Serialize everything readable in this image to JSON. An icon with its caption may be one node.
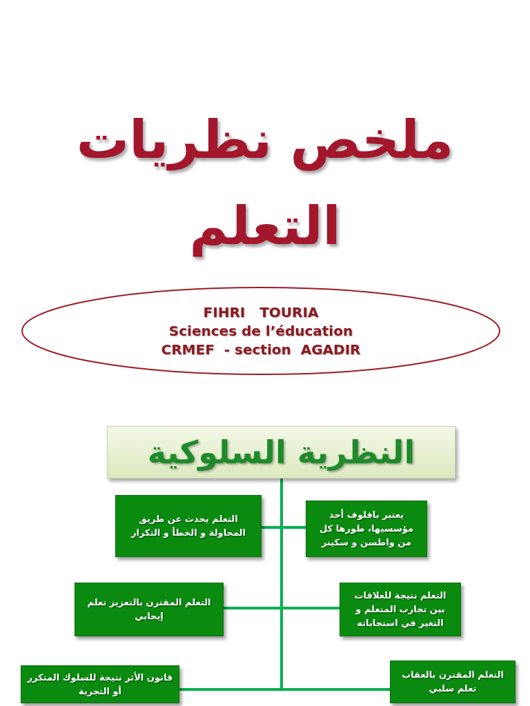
{
  "diagram": {
    "title": "ملخص نظريات التعلم",
    "nodes": [
      {
        "text": [
          "FIHRI   TOURIA",
          "Sciences de l’éducation",
          "CRMEF  - section  AGADIR"
        ]
      },
      {
        "text": [
          "النظرية السلوكية"
        ]
      },
      {
        "text": [
          "يعتبر بافلوف أحد مؤسسيها، طورها كل من واطسن و سكينر"
        ]
      },
      {
        "text": [
          "التعلم يحدث عن طريق المحاولة و الخطأ و التكرار"
        ]
      },
      {
        "text": [
          "التعلم نتيجة للعلاقات بين تجارب المتعلم و التغير في استجاباته"
        ]
      },
      {
        "text": [
          "التعلم المقترن بالتعزيز تعلم إيجابي"
        ]
      },
      {
        "text": [
          "التعلم المقترن بالعقاب تعلم سلبي"
        ]
      },
      {
        "text": [
          "قانون الأثر نتيجة للسلوك المتكرر أو التجربة"
        ]
      }
    ],
    "edges": [
      {
        "from": 1,
        "to": 2,
        "arrow": "none"
      },
      {
        "from": 1,
        "to": 3,
        "arrow": "none"
      },
      {
        "from": 1,
        "to": 4,
        "arrow": "none"
      },
      {
        "from": 1,
        "to": 5,
        "arrow": "none"
      },
      {
        "from": 1,
        "to": 6,
        "arrow": "none"
      },
      {
        "from": 1,
        "to": 7,
        "arrow": "none"
      }
    ]
  }
}
